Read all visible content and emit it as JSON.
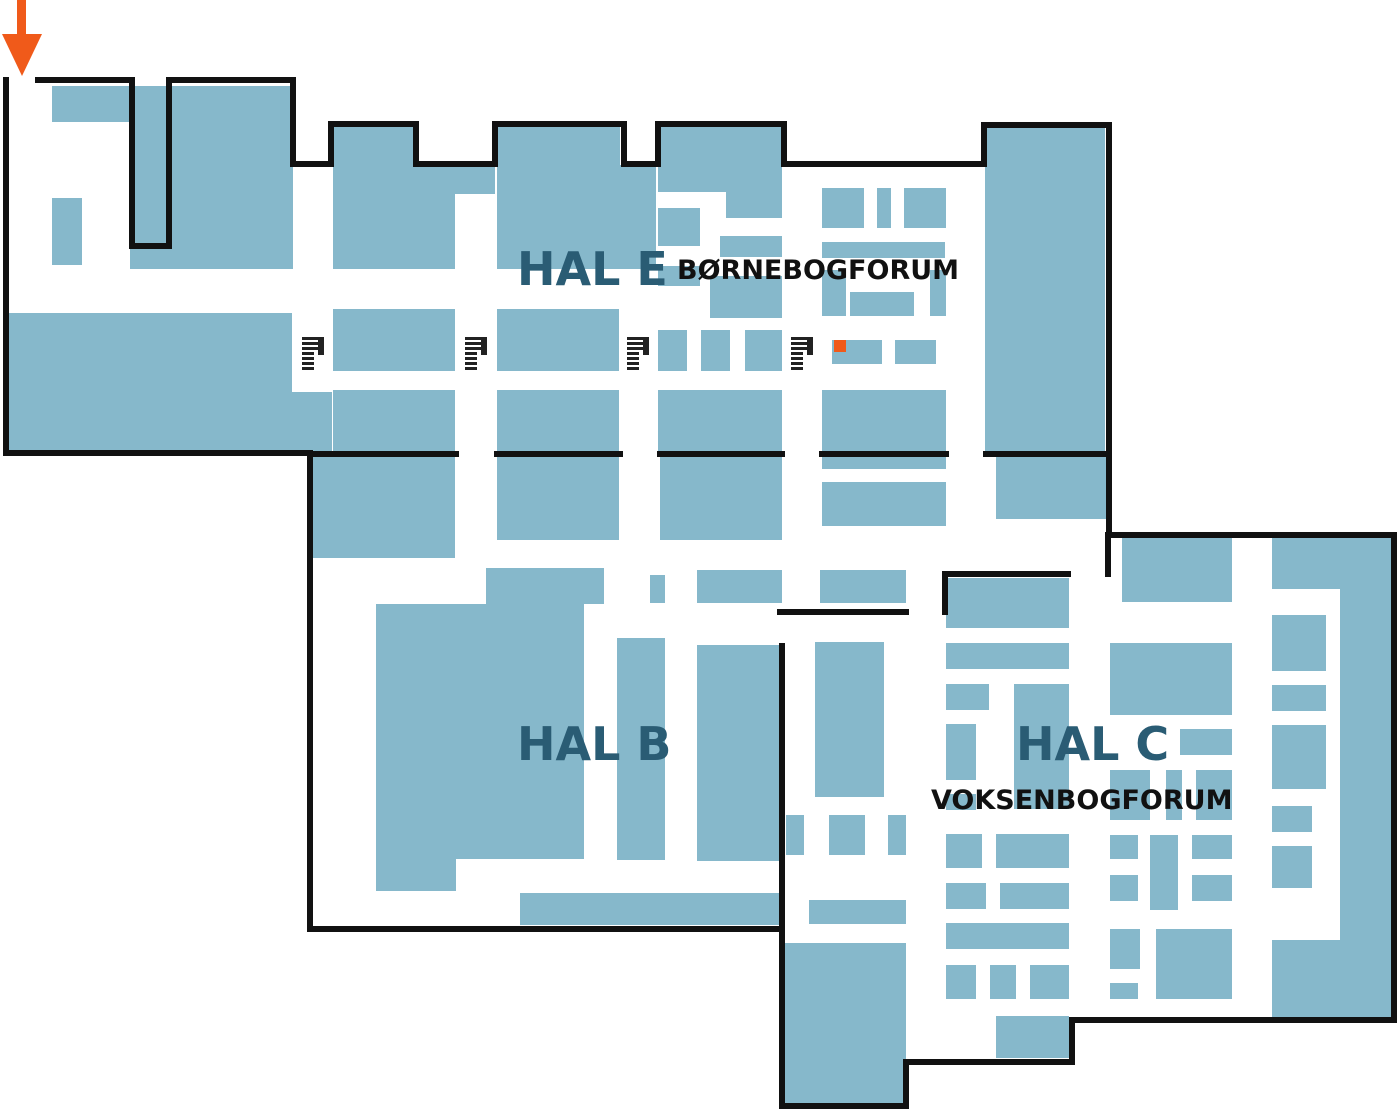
{
  "halls": [
    {
      "id": "hal-e",
      "label": "HAL E",
      "forum": "BØRNEBOGFORUM"
    },
    {
      "id": "hal-b",
      "label": "HAL B",
      "forum": ""
    },
    {
      "id": "hal-c",
      "label": "HAL C",
      "forum": "VOKSENBOGFORUM"
    }
  ],
  "colors": {
    "booth": "#86b8cb",
    "wall": "#111111",
    "hall_label": "#2a5c74",
    "forum_label": "#111111",
    "highlight": "#f05a1a"
  },
  "icons": {
    "entrance": "entrance-arrow-icon",
    "stairs": "stairs-icon",
    "location": "location-marker-icon"
  }
}
